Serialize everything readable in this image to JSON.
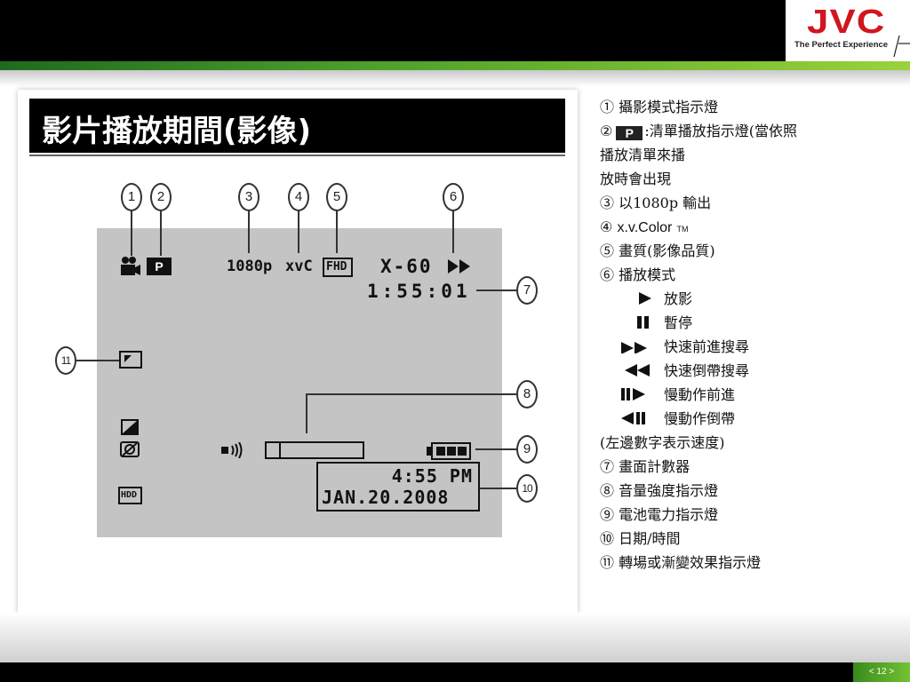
{
  "brand": {
    "logo": "JVC",
    "tagline": "The Perfect Experience",
    "color": "#d0161f"
  },
  "title": "影片播放期間(影像)",
  "screen": {
    "resolution": "1080p",
    "xvc": "xvC",
    "fhd": "FHD",
    "playback": "X-60",
    "counter": "1:55:01",
    "time": "4:55 PM",
    "date": "JAN.20.2008",
    "hdd": "HDD",
    "p_mark": "P",
    "volume_level": 0.15
  },
  "callouts": [
    "1",
    "2",
    "3",
    "4",
    "5",
    "6",
    "7",
    "8",
    "9",
    "10",
    "11"
  ],
  "legend": {
    "item1_num": "①",
    "item1": "攝影模式指示燈",
    "item2_num": "②",
    "item2_p": "P",
    "item2": ":清單播放指示燈(當依照",
    "item2_cont1": "播放清單來播",
    "item2_cont2": "放時會出現",
    "item3_num": "③",
    "item3": "以1080p 輸出",
    "item4_num": "④",
    "item4": "x.v.Color",
    "item4_tm": "TM",
    "item5_num": "⑤",
    "item5": "畫質(影像品質)",
    "item6_num": "⑥",
    "item6": "播放模式",
    "mode_play": "放影",
    "mode_pause": "暫停",
    "mode_ff": "快速前進搜尋",
    "mode_rew": "快速倒帶搜尋",
    "mode_slow_fwd": "慢動作前進",
    "mode_slow_rev": "慢動作倒帶",
    "speed_note": "(左邊數字表示速度)",
    "item7_num": "⑦",
    "item7": "畫面計數器",
    "item8_num": "⑧",
    "item8": "音量強度指示燈",
    "item9_num": "⑨",
    "item9": "電池電力指示燈",
    "item10_num": "⑩",
    "item10": "日期/時間",
    "item11_num": "⑪",
    "item11": "轉場或漸變效果指示燈"
  },
  "page": "< 12 >"
}
